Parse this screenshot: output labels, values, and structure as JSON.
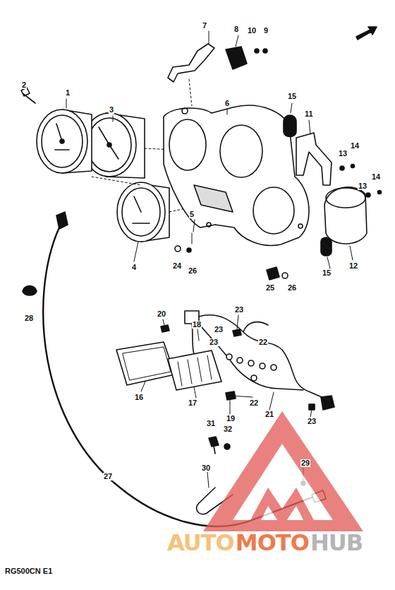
{
  "diagram": {
    "labels": [
      "7",
      "8",
      "10",
      "9",
      "2",
      "1",
      "3",
      "6",
      "15",
      "11",
      "14",
      "13",
      "14",
      "13",
      "5",
      "24",
      "26",
      "4",
      "12",
      "15",
      "25",
      "26",
      "28",
      "23",
      "20",
      "18",
      "23",
      "23",
      "22",
      "16",
      "17",
      "22",
      "21",
      "19",
      "23",
      "31",
      "32",
      "30",
      "29",
      "27",
      "RG500CN E1",
      "AUTO",
      "MOTO",
      "HUB"
    ]
  }
}
